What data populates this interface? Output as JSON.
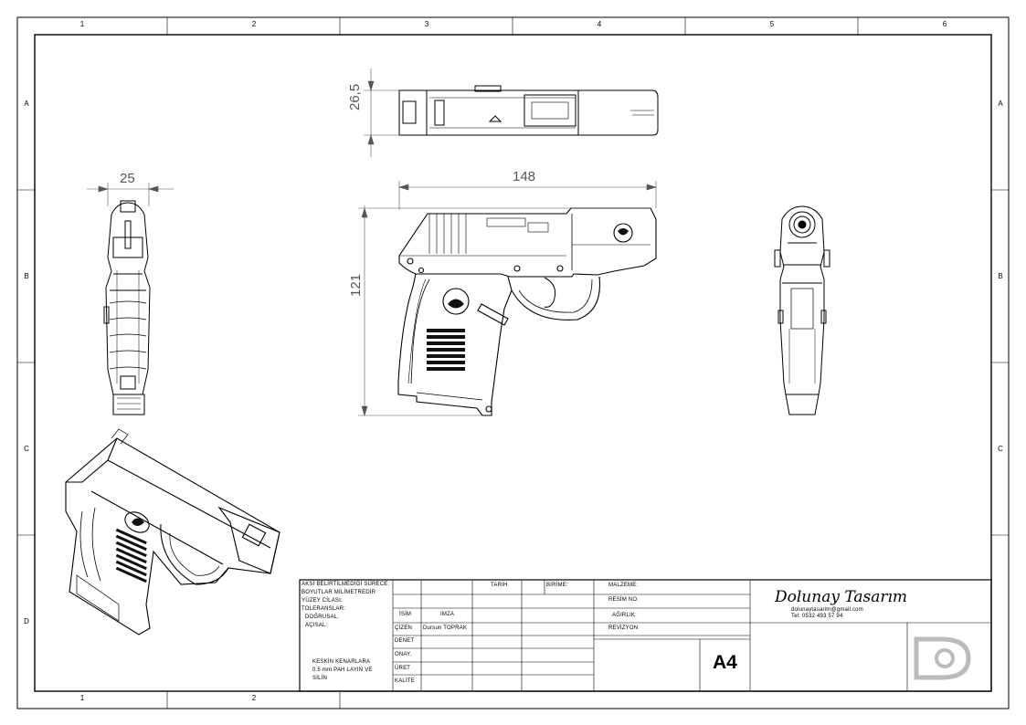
{
  "zones": {
    "columns": [
      "1",
      "2",
      "3",
      "4",
      "5",
      "6"
    ],
    "rows": [
      "A",
      "B",
      "C",
      "D"
    ],
    "bottom_columns": [
      "1",
      "2"
    ]
  },
  "dimensions": {
    "top_height": "26,5",
    "front_width": "25",
    "side_length": "148",
    "side_height": "121"
  },
  "title_block": {
    "left_notes": [
      "AKSİ BELİRTİLMEDİĞİ SÜRECE:",
      "BOYUTLAR MİLİMETREDİR",
      "YÜZEY CİLASI:",
      "TOLERANSLAR:",
      "DOĞRUSAL:",
      "AÇISAL:"
    ],
    "edge_note": [
      "KESKİN KENARLARA",
      "0.5 mm PAH LAYIN VE",
      "SİLİN"
    ],
    "row_labels": [
      "DENET",
      "ONAY.",
      "ÜRET",
      "KALİTE"
    ],
    "isim_label": "İSİM",
    "imza_label": "IMZA",
    "tarih_label": "TARİH",
    "cizen_label": "ÇİZEN",
    "cizen_name": "Dursun TOPRAK",
    "birime_label": "BİRİME:",
    "malzeme_label": "MALZEME:",
    "resim_no_label": "RESİM NO.",
    "agirlik_label": "AĞIRLIK:",
    "revizyon_label": "REVİZYON",
    "sheet_size": "A4",
    "company_name": "Dolunay Tasarım",
    "company_email": "dolunaytasarim@gmail.com",
    "company_tel": "Tel: 0532 493 57 94"
  }
}
